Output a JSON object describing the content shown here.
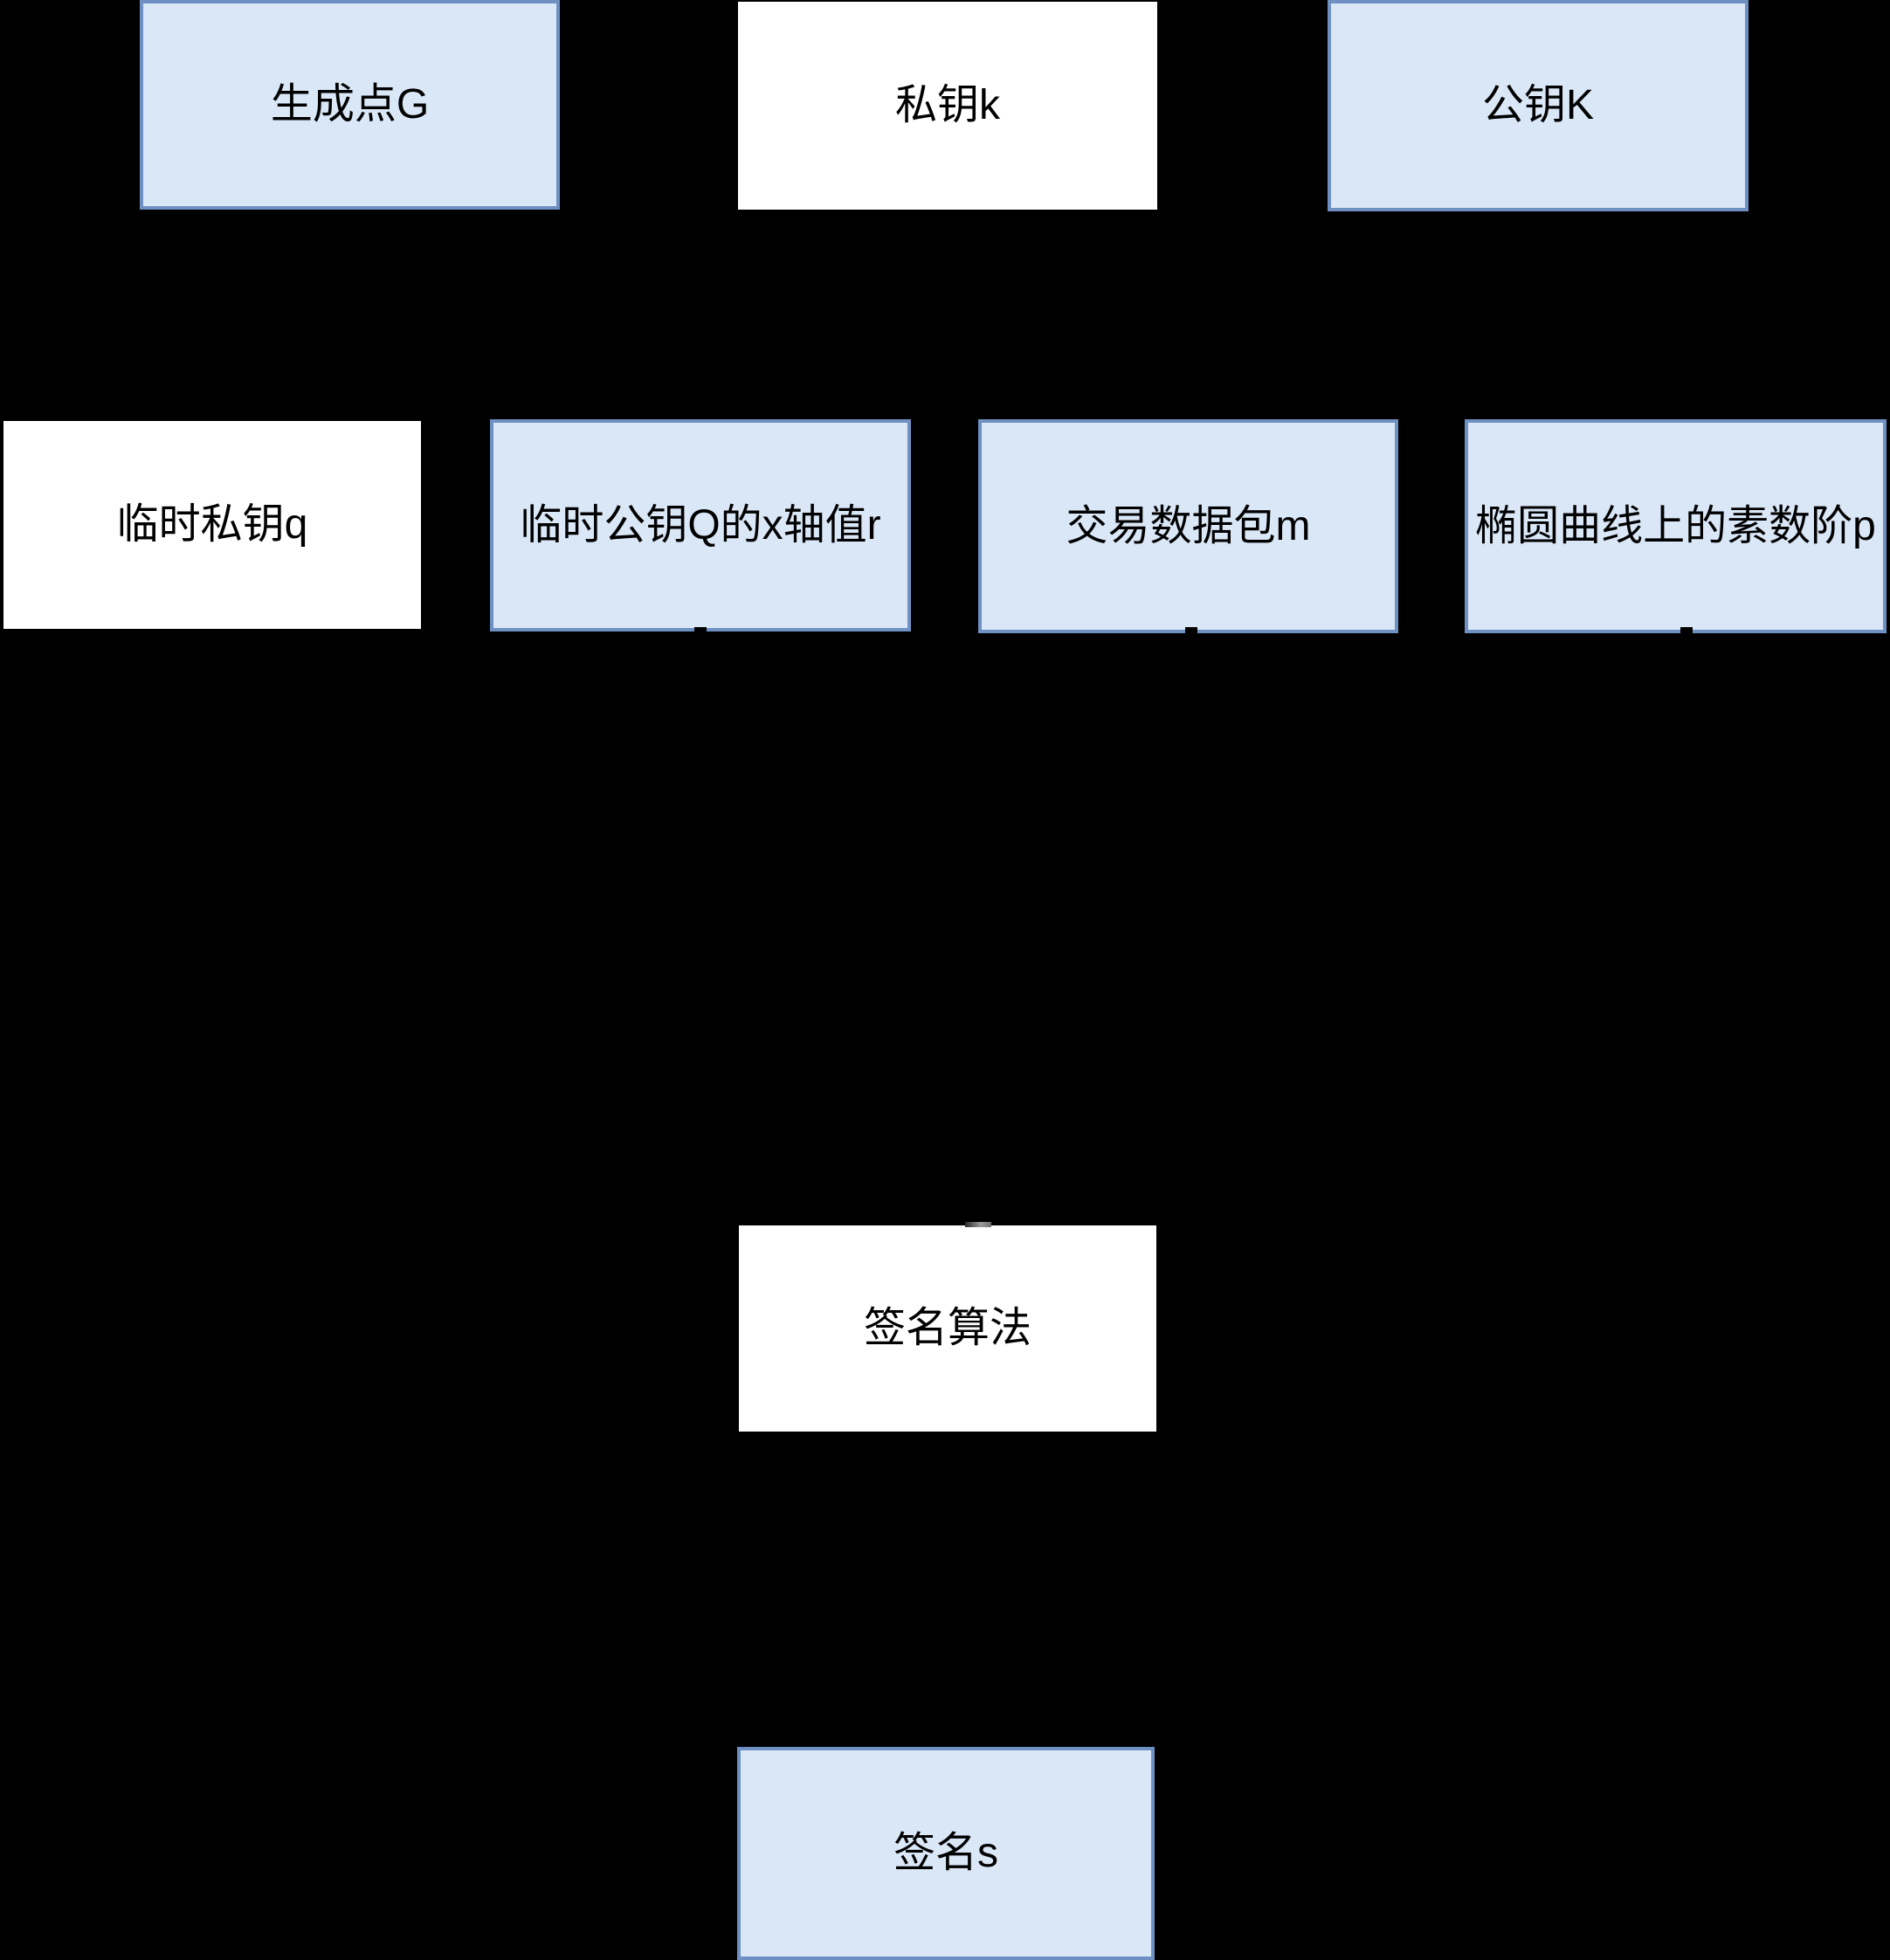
{
  "diagram": {
    "description_colors": {
      "background": "#000000",
      "node_fill_blue": "#dae7f7",
      "node_border_blue": "#6e90c2",
      "node_fill_white": "#ffffff",
      "text_color": "#000000"
    },
    "nodes": {
      "generator_point_g": {
        "label": "生成点G",
        "style": "blue"
      },
      "private_key_k": {
        "label": "私钥k",
        "style": "white"
      },
      "public_key_K": {
        "label": "公钥K",
        "style": "blue"
      },
      "temp_private_key_q": {
        "label": "临时私钥q",
        "style": "white"
      },
      "temp_public_key_r": {
        "label": "临时公钥Q的x轴值r",
        "style": "blue"
      },
      "transaction_data_m": {
        "label": "交易数据包m",
        "style": "blue"
      },
      "prime_order_p": {
        "label": "椭圆曲线上的素数阶p",
        "style": "blue"
      },
      "signature_algorithm": {
        "label": "签名算法",
        "style": "white"
      },
      "signature_s": {
        "label": "签名s",
        "style": "blue"
      }
    }
  }
}
